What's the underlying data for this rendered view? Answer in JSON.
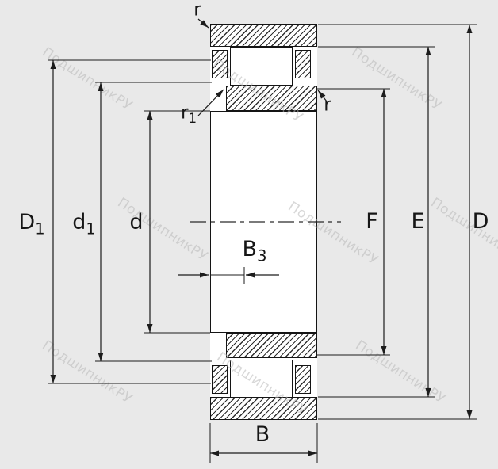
{
  "watermark": {
    "text": "ПодшипникРУ"
  },
  "colors": {
    "background": "#e9e9e9",
    "line": "#1c1c1c",
    "hatch": "#2e2e2e",
    "watermark": "#b9b9b9"
  },
  "dimensions": {
    "D1": {
      "base": "D",
      "sub": "1"
    },
    "d1": {
      "base": "d",
      "sub": "1"
    },
    "d": {
      "base": "d",
      "sub": ""
    },
    "F": {
      "base": "F",
      "sub": ""
    },
    "E": {
      "base": "E",
      "sub": ""
    },
    "D": {
      "base": "D",
      "sub": ""
    },
    "B": {
      "base": "B",
      "sub": ""
    },
    "B3": {
      "base": "B",
      "sub": "3"
    },
    "r_top": {
      "base": "r",
      "sub": ""
    },
    "r_inner_right": {
      "base": "r",
      "sub": ""
    },
    "r1": {
      "base": "r",
      "sub": "1"
    }
  }
}
